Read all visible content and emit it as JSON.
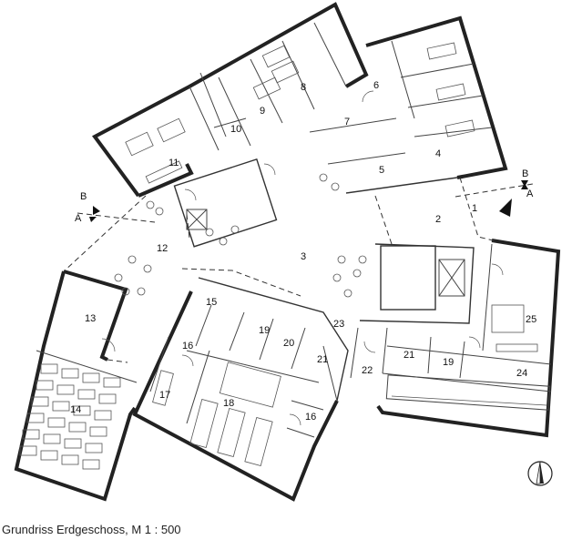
{
  "caption": "Grundriss Erdgeschoss, M 1 : 500",
  "section_marks": {
    "left_b": "B",
    "left_a": "A",
    "right_b": "B",
    "right_a": "A"
  },
  "rooms": [
    "1",
    "2",
    "3",
    "4",
    "5",
    "6",
    "7",
    "8",
    "9",
    "10",
    "11",
    "12",
    "13",
    "14",
    "15",
    "16",
    "16",
    "17",
    "18",
    "19",
    "19",
    "20",
    "21",
    "21",
    "22",
    "23",
    "24",
    "25"
  ],
  "north_arrow": "north-arrow-icon"
}
